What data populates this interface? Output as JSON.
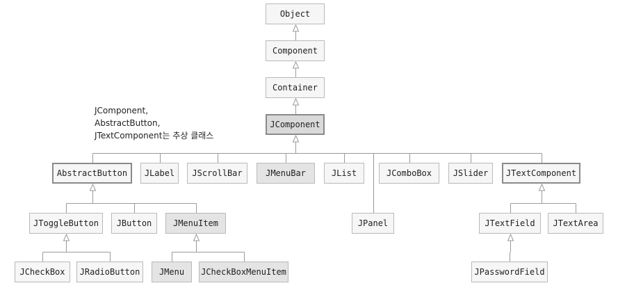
{
  "note": {
    "lines": [
      "JComponent,",
      "AbstractButton,",
      "JTextComponent는 추상 클래스"
    ]
  },
  "classes": {
    "object": "Object",
    "component": "Component",
    "container": "Container",
    "jcomponent": "JComponent",
    "abstractbutton": "AbstractButton",
    "jlabel": "JLabel",
    "jscrollbar": "JScrollBar",
    "jmenubar": "JMenuBar",
    "jlist": "JList",
    "jcombobox": "JComboBox",
    "jslider": "JSlider",
    "jtextcomponent": "JTextComponent",
    "jtogglebutton": "JToggleButton",
    "jbutton": "JButton",
    "jmenuitem": "JMenuItem",
    "jpanel": "JPanel",
    "jtextfield": "JTextField",
    "jtextarea": "JTextArea",
    "jcheckbox": "JCheckBox",
    "jradiobutton": "JRadioButton",
    "jmenu": "JMenu",
    "jcheckboxmenuitem": "JCheckBoxMenuItem",
    "jpasswordfield": "JPasswordField"
  },
  "abstract_classes": [
    "jcomponent",
    "abstractbutton",
    "jtextcomponent"
  ],
  "shaded_classes": [
    "jcomponent",
    "jmenubar",
    "jmenuitem",
    "jmenu",
    "jcheckboxmenuitem"
  ],
  "inheritance": [
    {
      "child": "component",
      "parent": "object"
    },
    {
      "child": "container",
      "parent": "component"
    },
    {
      "child": "jcomponent",
      "parent": "container"
    },
    {
      "child": "abstractbutton",
      "parent": "jcomponent"
    },
    {
      "child": "jlabel",
      "parent": "jcomponent"
    },
    {
      "child": "jscrollbar",
      "parent": "jcomponent"
    },
    {
      "child": "jmenubar",
      "parent": "jcomponent"
    },
    {
      "child": "jlist",
      "parent": "jcomponent"
    },
    {
      "child": "jpanel",
      "parent": "jcomponent"
    },
    {
      "child": "jcombobox",
      "parent": "jcomponent"
    },
    {
      "child": "jslider",
      "parent": "jcomponent"
    },
    {
      "child": "jtextcomponent",
      "parent": "jcomponent"
    },
    {
      "child": "jtogglebutton",
      "parent": "abstractbutton"
    },
    {
      "child": "jbutton",
      "parent": "abstractbutton"
    },
    {
      "child": "jmenuitem",
      "parent": "abstractbutton"
    },
    {
      "child": "jcheckbox",
      "parent": "jtogglebutton"
    },
    {
      "child": "jradiobutton",
      "parent": "jtogglebutton"
    },
    {
      "child": "jmenu",
      "parent": "jmenuitem"
    },
    {
      "child": "jcheckboxmenuitem",
      "parent": "jmenuitem"
    },
    {
      "child": "jtextfield",
      "parent": "jtextcomponent"
    },
    {
      "child": "jtextarea",
      "parent": "jtextcomponent"
    },
    {
      "child": "jpasswordfield",
      "parent": "jtextfield"
    }
  ]
}
